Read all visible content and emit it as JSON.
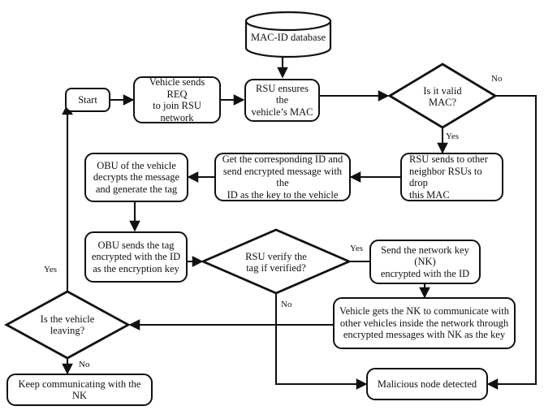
{
  "diagram": {
    "title": "VANET RSU authentication flowchart",
    "type": "flowchart",
    "stroke_color": "#111111",
    "fill_color": "#ffffff",
    "background": "#ffffff"
  },
  "nodes": {
    "database": {
      "label": "MAC-ID database",
      "shape": "cylinder"
    },
    "start": {
      "label": "Start",
      "shape": "process"
    },
    "vehicle_req": {
      "label": "Vehicle sends REQ to join RSU network",
      "shape": "process"
    },
    "rsu_ensures": {
      "label": "RSU ensures the vehicle’s MAC",
      "shape": "process"
    },
    "valid_mac": {
      "label": "Is it valid MAC?",
      "shape": "decision"
    },
    "rsu_drop": {
      "label": "RSU sends to other neighbor RSUs to drop this MAC",
      "shape": "process"
    },
    "get_id": {
      "label": "Get the corresponding ID and send encrypted message with the ID as the key to the vehicle",
      "shape": "process"
    },
    "obu_decrypt": {
      "label": "OBU of the vehicle decrypts the message and generate the tag",
      "shape": "process"
    },
    "obu_send_tag": {
      "label": "OBU sends the tag encrypted with the ID as the encryption key",
      "shape": "process"
    },
    "rsu_verify": {
      "label": "RSU verify the tag if verified?",
      "shape": "decision"
    },
    "send_nk": {
      "label": "Send the network key (NK) encrypted with the ID",
      "shape": "process"
    },
    "vehicle_gets_nk": {
      "label": "Vehicle gets the NK to communicate with other vehicles inside the network through encrypted messages with NK as the key",
      "shape": "process"
    },
    "vehicle_leaving": {
      "label": "Is the vehicle leaving?",
      "shape": "decision"
    },
    "keep_communicating": {
      "label": "Keep communicating with the NK",
      "shape": "process"
    },
    "malicious_node": {
      "label": "Malicious node detected",
      "shape": "process"
    }
  },
  "edge_labels": {
    "valid_mac_no": "No",
    "valid_mac_yes": "Yes",
    "verify_yes": "Yes",
    "verify_no": "No",
    "leaving_yes": "Yes",
    "leaving_no": "No"
  },
  "node_lines": {
    "vehicle_req": [
      "Vehicle sends REQ",
      "to join RSU network"
    ],
    "rsu_ensures": [
      "RSU ensures the",
      "vehicle’s MAC"
    ],
    "valid_mac": [
      "Is it valid",
      "MAC?"
    ],
    "rsu_drop": [
      "RSU sends to other",
      "neighbor RSUs to drop",
      "this MAC"
    ],
    "get_id": [
      "Get the corresponding ID and",
      "send encrypted message with the",
      "ID as the key to the vehicle"
    ],
    "obu_decrypt": [
      "OBU of the vehicle",
      "decrypts the message",
      "and generate the tag"
    ],
    "obu_send_tag": [
      "OBU sends the tag",
      "encrypted with the ID",
      "as the encryption key"
    ],
    "rsu_verify": [
      "RSU verify the",
      "tag if verified?"
    ],
    "send_nk": [
      "Send the network key (NK)",
      "encrypted with the ID"
    ],
    "vehicle_gets_nk": [
      "Vehicle gets the NK to communicate with",
      "other vehicles inside the network through",
      "encrypted messages with NK as the key"
    ],
    "vehicle_leaving": [
      "Is the vehicle",
      "leaving?"
    ]
  }
}
